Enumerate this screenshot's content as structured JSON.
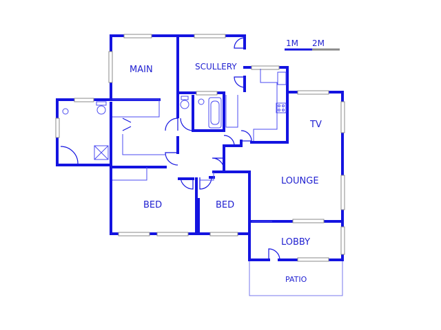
{
  "colors": {
    "wall": "#1414e0",
    "fixture": "#4a4af0",
    "window": "#8a8a8a",
    "outline": "#7777ee",
    "label": "#1f1fd0"
  },
  "scale": {
    "label_1m": "1M",
    "label_2m": "2M"
  },
  "rooms": {
    "main": "MAIN",
    "scullery": "SCULLERY",
    "tv": "TV",
    "lounge": "LOUNGE",
    "bed1": "BED",
    "bed2": "BED",
    "lobby": "LOBBY",
    "patio": "PATIO"
  }
}
